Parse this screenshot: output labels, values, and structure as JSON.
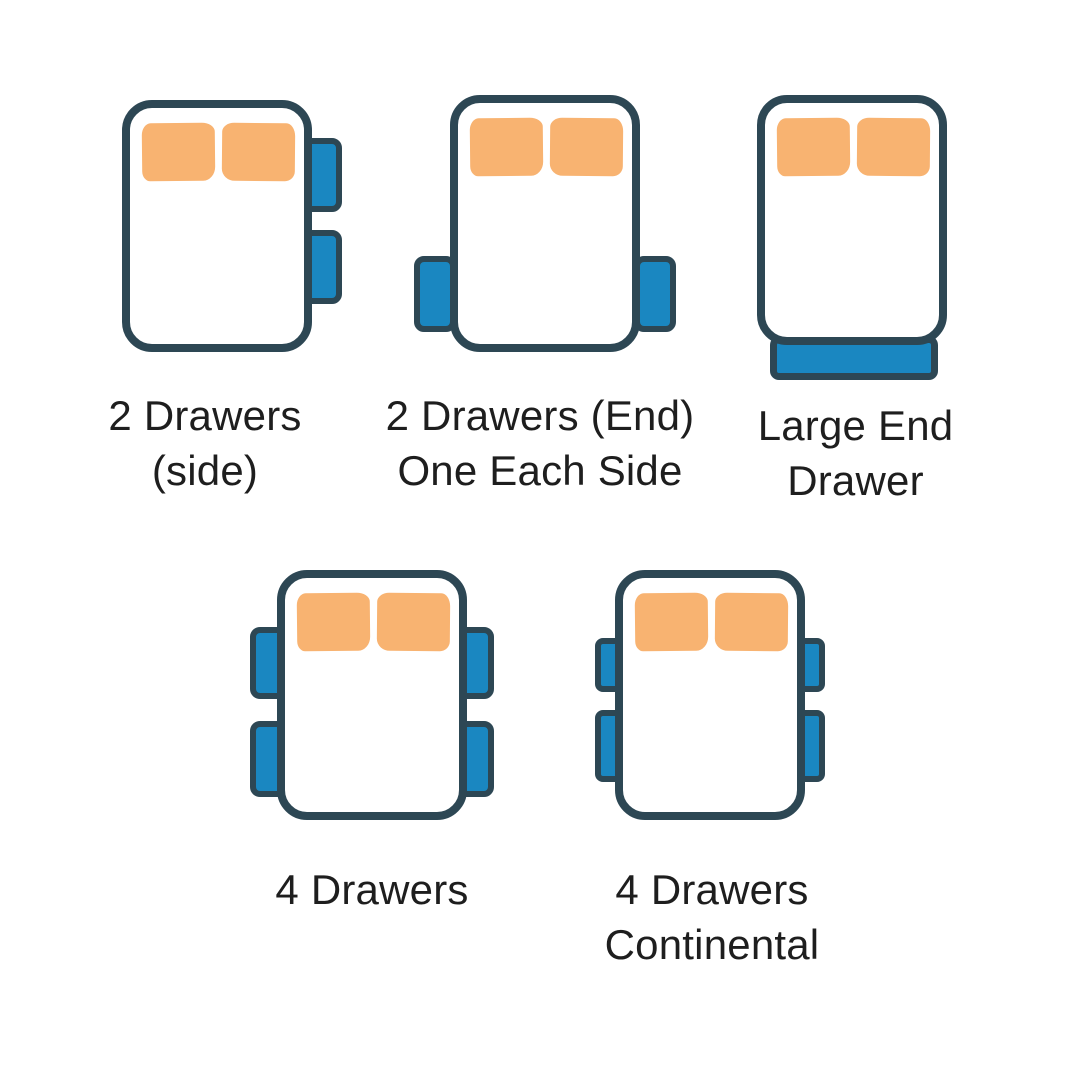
{
  "colors": {
    "outline": "#2d4754",
    "drawer_blue": "#1a87c1",
    "pillow_orange": "#f8b371",
    "label_text": "#1e1e1e",
    "background": "#ffffff"
  },
  "figures": [
    {
      "id": "2-drawers-side",
      "label_line1": "2 Drawers",
      "label_line2": "(side)",
      "drawer_count": 2,
      "drawer_layout": "two drawers on right side"
    },
    {
      "id": "2-drawers-end-one-each-side",
      "label_line1": "2 Drawers (End)",
      "label_line2": "One Each Side",
      "drawer_count": 2,
      "drawer_layout": "one drawer each side at foot end"
    },
    {
      "id": "large-end-drawer",
      "label_line1": "Large End",
      "label_line2": "Drawer",
      "drawer_count": 1,
      "drawer_layout": "single full-width drawer at foot end"
    },
    {
      "id": "4-drawers",
      "label_line1": "4 Drawers",
      "label_line2": "",
      "drawer_count": 4,
      "drawer_layout": "two drawers each side"
    },
    {
      "id": "4-drawers-continental",
      "label_line1": "4 Drawers",
      "label_line2": "Continental",
      "drawer_count": 4,
      "drawer_layout": "two smaller drawers each side"
    }
  ]
}
